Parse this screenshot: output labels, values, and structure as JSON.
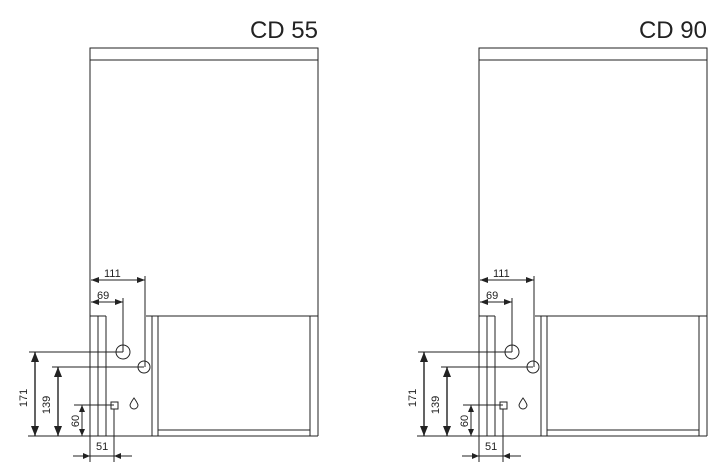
{
  "drawings": [
    {
      "title": "CD 55",
      "dimensions": {
        "d111": "111",
        "d69": "69",
        "d171": "171",
        "d139": "139",
        "d60": "60",
        "d51": "51"
      }
    },
    {
      "title": "CD 90",
      "dimensions": {
        "d111": "111",
        "d69": "69",
        "d171": "171",
        "d139": "139",
        "d60": "60",
        "d51": "51"
      }
    }
  ]
}
